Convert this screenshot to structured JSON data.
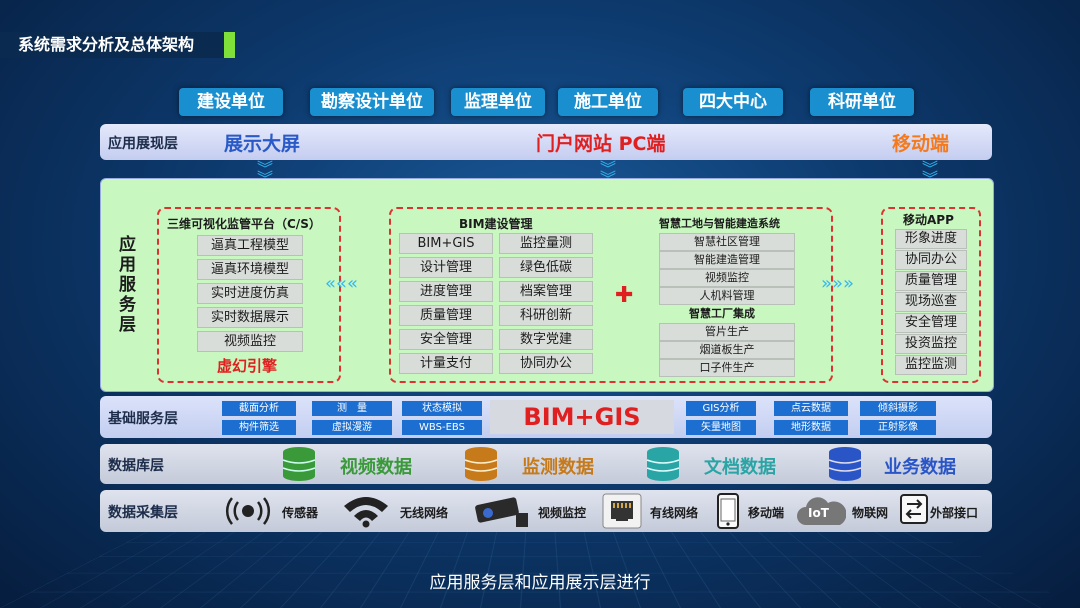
{
  "title": "系统需求分析及总体架构",
  "units": [
    "建设单位",
    "勘察设计单位",
    "监理单位",
    "施工单位",
    "四大中心",
    "科研单位"
  ],
  "present": {
    "label": "应用展现层",
    "left": "展示大屏",
    "center": "门户网站 PC端",
    "right": "移动端"
  },
  "appsvc": {
    "label": "应用服务层",
    "left": {
      "title": "三维可视化监管平台（C/S）",
      "items": [
        "逼真工程模型",
        "逼真环境模型",
        "实时进度仿真",
        "实时数据展示",
        "视频监控"
      ],
      "footer": "虚幻引擎"
    },
    "bim": {
      "title": "BIM建设管理",
      "col1": [
        "BIM+GIS",
        "设计管理",
        "进度管理",
        "质量管理",
        "安全管理",
        "计量支付"
      ],
      "col2": [
        "监控量测",
        "绿色低碳",
        "档案管理",
        "科研创新",
        "数字党建",
        "协同办公"
      ]
    },
    "plus": "✚",
    "smart": {
      "title": "智慧工地与智能建造系统",
      "items": [
        "智慧社区管理",
        "智能建造管理",
        "视频监控",
        "人机料管理"
      ],
      "title2": "智慧工厂集成",
      "items2": [
        "管片生产",
        "烟道板生产",
        "口子件生产"
      ]
    },
    "mobile": {
      "title": "移动APP",
      "items": [
        "形象进度",
        "协同办公",
        "质量管理",
        "现场巡查",
        "安全管理",
        "投资监控",
        "监控监测"
      ]
    }
  },
  "basic": {
    "label": "基础服务层",
    "left": [
      "截面分析",
      "测　量",
      "状态模拟",
      "构件筛选",
      "虚拟漫游",
      "WBS-EBS"
    ],
    "center": "BIM+GIS",
    "right": [
      "GIS分析",
      "点云数据",
      "倾斜摄影",
      "矢量地图",
      "地形数据",
      "正射影像"
    ]
  },
  "dblayer": {
    "label": "数据库层",
    "items": [
      {
        "name": "视频数据",
        "color": "#3a9a3a"
      },
      {
        "name": "监测数据",
        "color": "#c77a1a"
      },
      {
        "name": "文档数据",
        "color": "#2aa5a5"
      },
      {
        "name": "业务数据",
        "color": "#2a55c7"
      }
    ]
  },
  "collect": {
    "label": "数据采集层",
    "items": [
      "传感器",
      "无线网络",
      "视频监控",
      "有线网络",
      "移动端",
      "物联网",
      "外部接口"
    ],
    "iot": "IoT"
  },
  "caption": "应用服务层和应用展示层进行",
  "colors": {
    "accent": "#7fe03a",
    "red": "#e02020",
    "orange": "#f47a20",
    "blue": "#2a5ac7"
  }
}
